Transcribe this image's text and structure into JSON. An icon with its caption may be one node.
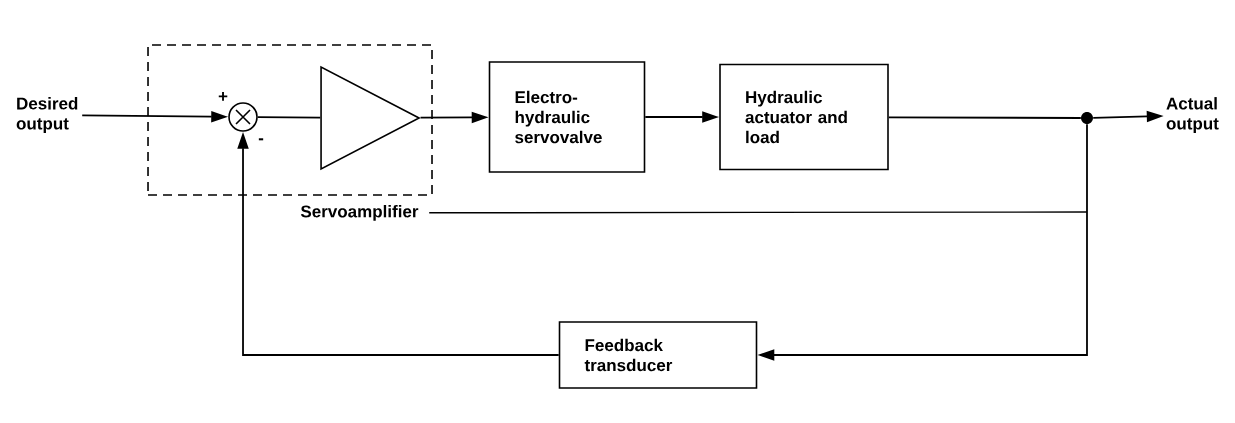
{
  "diagram": {
    "nodes": [
      {
        "text": [
          "Desired output"
        ]
      },
      {
        "text": [
          "Servoamplifier"
        ]
      },
      {
        "text": [],
        "shape": "circle",
        "in": 1
      },
      {
        "text": [],
        "shape": "triangle",
        "in": 1
      },
      {
        "text": [
          "Electro- hydraulic servovalve"
        ]
      },
      {
        "text": [
          "Hydraulic actuator and load"
        ]
      },
      {
        "text": [],
        "shape": "circle"
      },
      {
        "text": [
          "Actual output"
        ]
      },
      {
        "text": [
          "Feedback transducer"
        ]
      }
    ],
    "edges": [
      {
        "from": 0,
        "to": 2,
        "arrow": "to"
      },
      {
        "from": 2,
        "to": 3,
        "arrow": "none"
      },
      {
        "from": 3,
        "to": 4,
        "arrow": "to"
      },
      {
        "from": 4,
        "to": 5,
        "arrow": "to"
      },
      {
        "from": 5,
        "to": 6,
        "arrow": "none"
      },
      {
        "from": 6,
        "to": 7,
        "arrow": "to"
      },
      {
        "from": 6,
        "to": 8,
        "arrow": "to"
      },
      {
        "from": 8,
        "to": 2,
        "arrow": "to"
      }
    ],
    "labels": [
      "+",
      "-"
    ]
  }
}
